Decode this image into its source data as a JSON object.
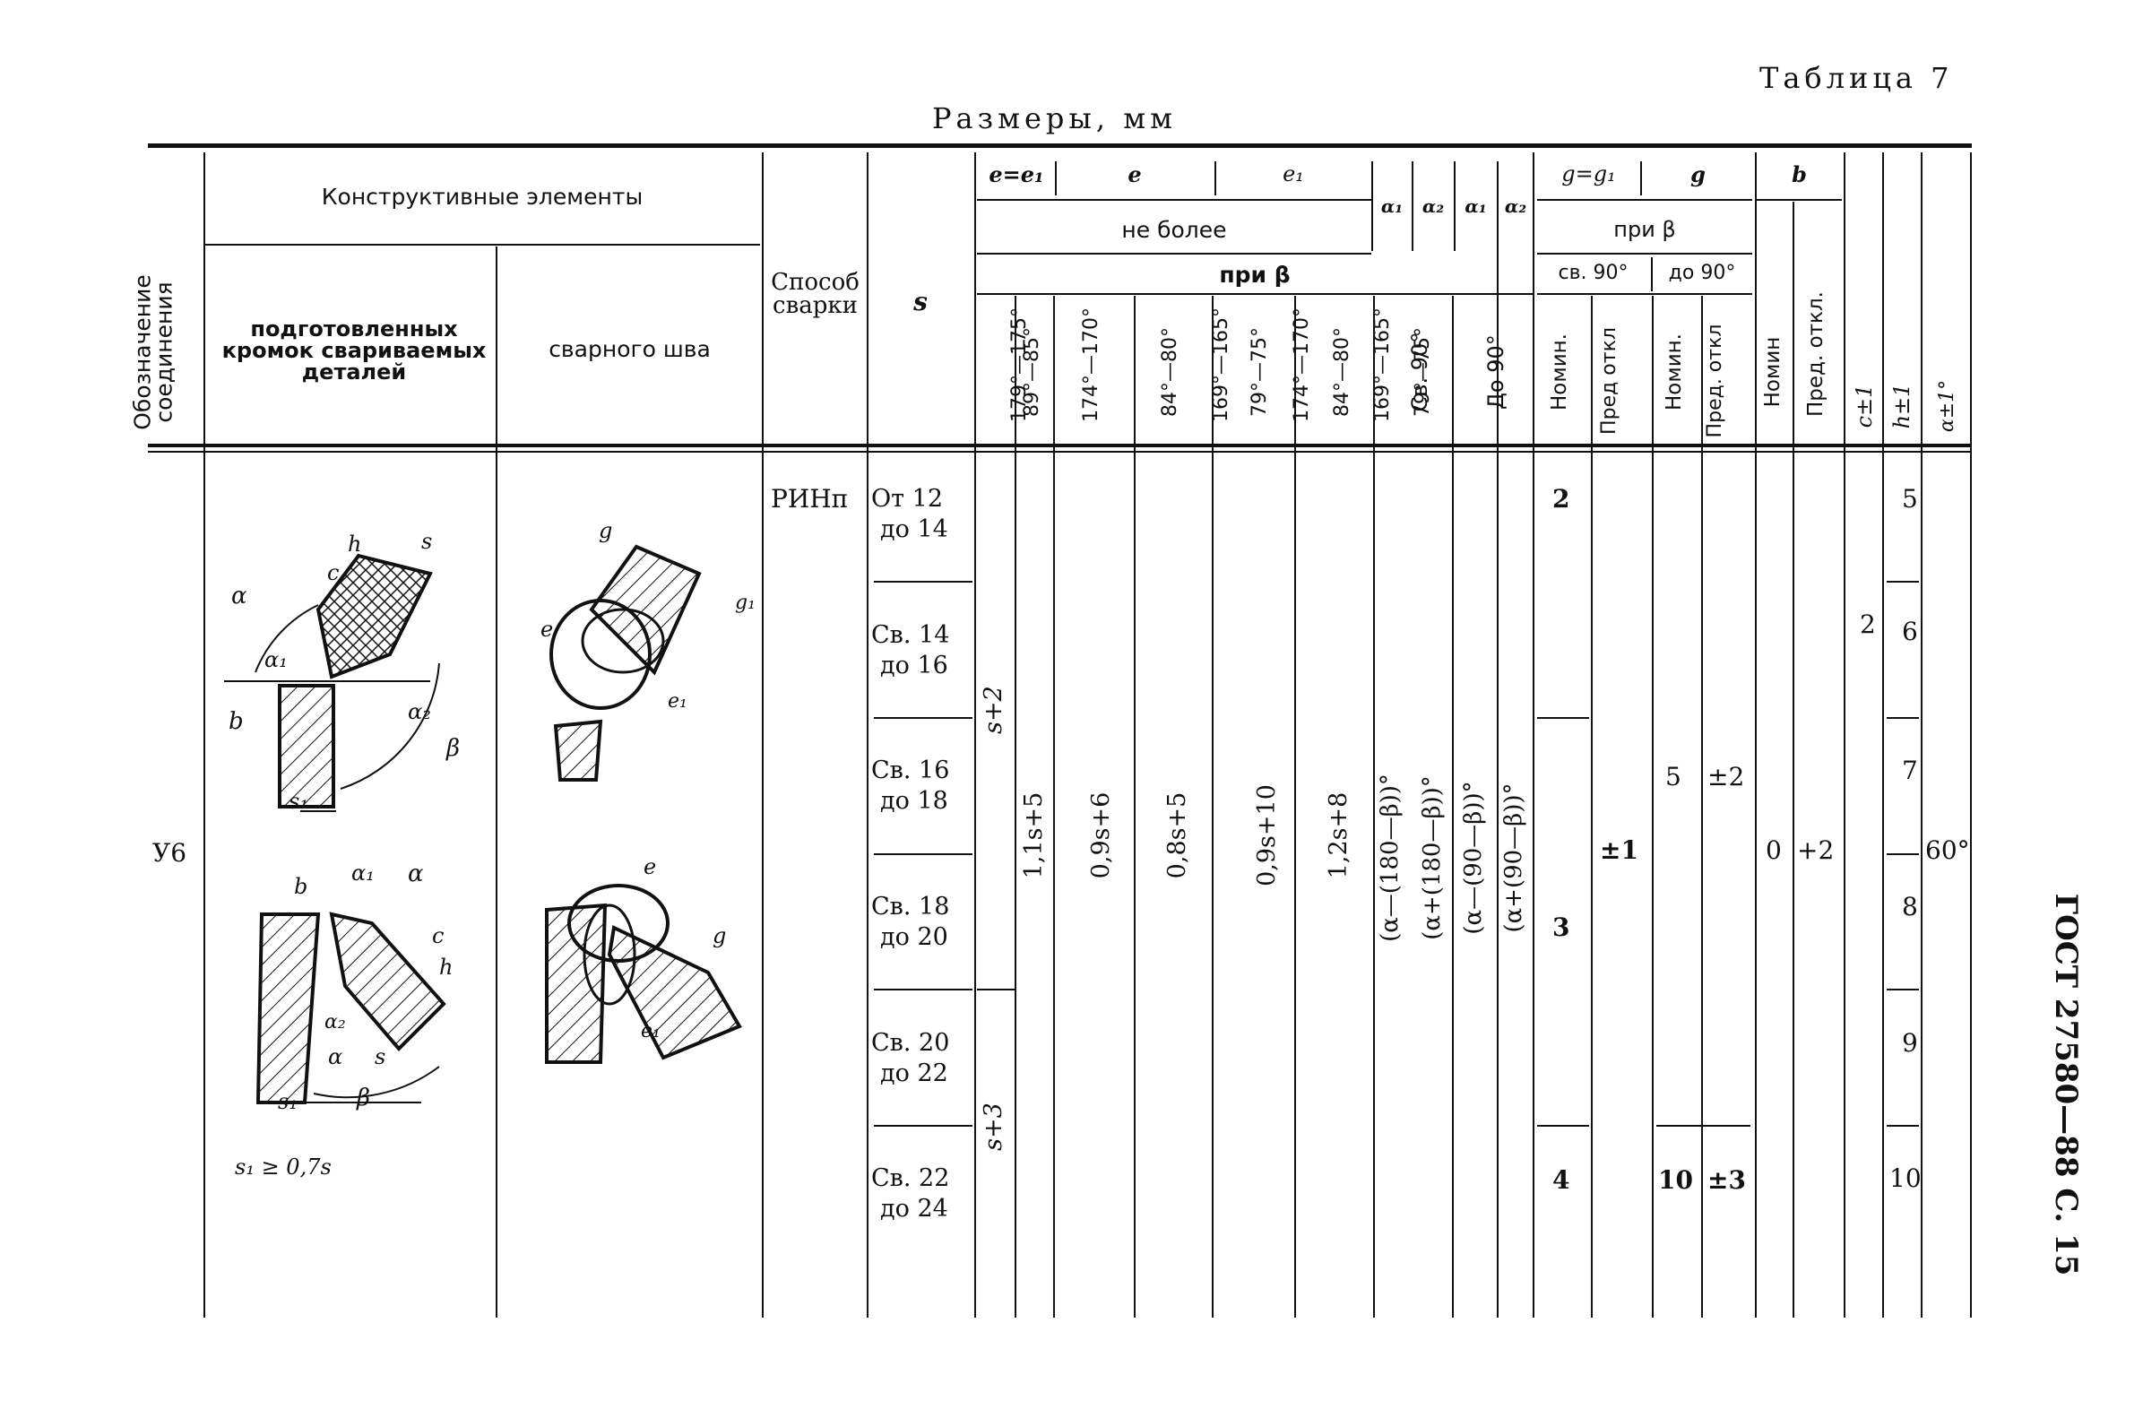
{
  "page": {
    "table_label": "Таблица 7",
    "subtitle": "Размеры, мм",
    "side_note": "ГОСТ 27580—88 С. 15"
  },
  "header": {
    "designation": "Обозначение соединения",
    "constructive_elements": "Конструктивные элементы",
    "prepared_edges": "подготовленных кромок свариваемых деталей",
    "weld_seam": "сварного шва",
    "welding_method": "Способ сварки",
    "s": "s",
    "e_eq": "e=e₁",
    "e": "e",
    "e1": "e₁",
    "not_more": "не более",
    "at_beta": "при β",
    "alpha1_a": "α₁",
    "alpha2_a": "α₂",
    "alpha1_b": "α₁",
    "alpha2_b": "α₂",
    "g_eq": "g=g₁",
    "g": "g",
    "at_beta_g": "при β",
    "over90": "св. 90°",
    "upto90": "до 90°",
    "b": "b",
    "angles": [
      "179°—175°",
      "89°—85°",
      "174°—170°",
      "84°—80°",
      "169°—165°",
      "79°—75°",
      "174°—170°",
      "84°—80°",
      "169°—165°",
      "79°—75°"
    ],
    "sv90": "Св. 90°",
    "do90": "До 90°",
    "nomin1": "Номин.",
    "pred_otkl1": "Пред откл",
    "nomin2": "Номин.",
    "pred_otkl2": "Пред. откл",
    "nomin3": "Номин",
    "pred_otkl3": "Пред. откл.",
    "c_tol": "c±1",
    "h_tol": "h±1",
    "a_tol": "α±1°"
  },
  "body": {
    "designation": "У6",
    "method": "РИНп",
    "s_ranges": [
      [
        "От 12",
        "до 14"
      ],
      [
        "Св. 14",
        "до 16"
      ],
      [
        "Св. 16",
        "до 18"
      ],
      [
        "Св. 18",
        "до 20"
      ],
      [
        "Св. 20",
        "до 22"
      ],
      [
        "Св. 22",
        "до 24"
      ]
    ],
    "e_s2": "s+2",
    "e_s3": "s+3",
    "formulas": [
      "1,1s+5",
      "0,9s+6",
      "0,8s+5",
      "0,9s+10",
      "1,2s+8"
    ],
    "alpha_formulas": [
      "(α—(180—β))°",
      "(α+(180—β))°",
      "(α—(90—β))°",
      "(α+(90—β))°"
    ],
    "g_nom_a": "2",
    "g_nom_b": "3",
    "g_nom_c": "4",
    "g_tol": "±1",
    "g_nom_d": "5",
    "g_tol_d": "±2",
    "g_nom_e": "10",
    "g_tol_e": "±3",
    "b_nom": "0",
    "b_tol": "+2",
    "c_val": "2",
    "h_vals": [
      "5",
      "6",
      "7",
      "8",
      "9",
      "10"
    ],
    "alpha_val": "60°"
  },
  "drawing_labels": {
    "top_left": [
      "α",
      "α₁",
      "b",
      "α₂",
      "β",
      "s₁",
      "c",
      "h",
      "s"
    ],
    "top_right": [
      "g",
      "g₁",
      "e",
      "e₁"
    ],
    "bottom_left": [
      "b",
      "α₁",
      "α",
      "c",
      "h",
      "α₂",
      "α",
      "s",
      "β",
      "s₁"
    ],
    "bottom_right": [
      "e",
      "g",
      "e₁"
    ],
    "note": "s₁ ≥ 0,7s"
  }
}
